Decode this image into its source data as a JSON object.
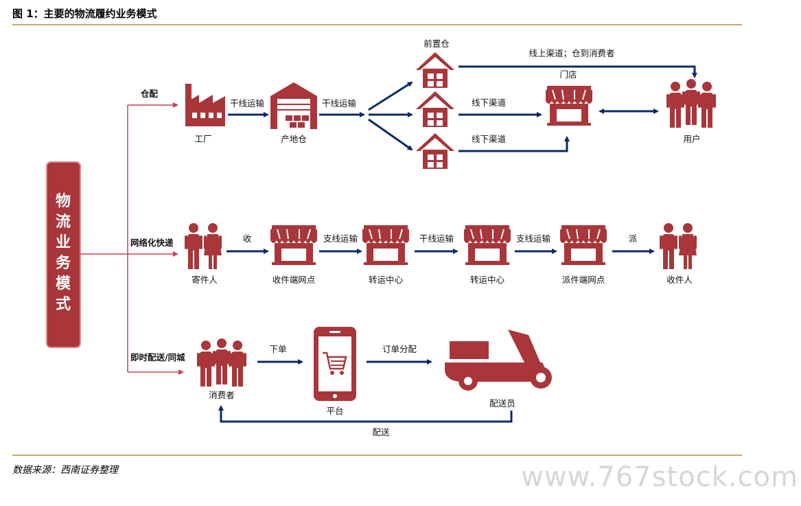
{
  "title": "图 1：主要的物流履约业务模式",
  "source": "数据来源：西南证券整理",
  "watermark": "www.767stock.com",
  "colors": {
    "red": "#a8363a",
    "navy": "#0c2a66",
    "rule": "#c8a86a"
  },
  "main_box": "物流业务模式",
  "branches": {
    "warehouse": "仓配",
    "express": "网络化快递",
    "instant": "即时配送/同城"
  },
  "warehouse": {
    "factory": "工厂",
    "origin_wh": "产地仓",
    "front_wh": "前置仓",
    "store": "门店",
    "user": "用户",
    "arrow_trunk1": "干线运输",
    "arrow_trunk2": "干线运输",
    "arrow_online": "线上渠道；仓到消费者",
    "arrow_offline1": "线下渠道",
    "arrow_offline2": "线下渠道"
  },
  "express": {
    "sender": "寄件人",
    "collect_point": "收件端网点",
    "transfer1": "转运中心",
    "transfer2": "转运中心",
    "dispatch_point": "派件端网点",
    "receiver": "收件人",
    "arrow_collect": "收",
    "arrow_branch1": "支线运输",
    "arrow_trunk": "干线运输",
    "arrow_branch2": "支线运输",
    "arrow_dispatch": "派"
  },
  "instant": {
    "consumer": "消费者",
    "platform": "平台",
    "courier": "配送员",
    "arrow_order": "下单",
    "arrow_assign": "订单分配",
    "arrow_deliver": "配送"
  }
}
